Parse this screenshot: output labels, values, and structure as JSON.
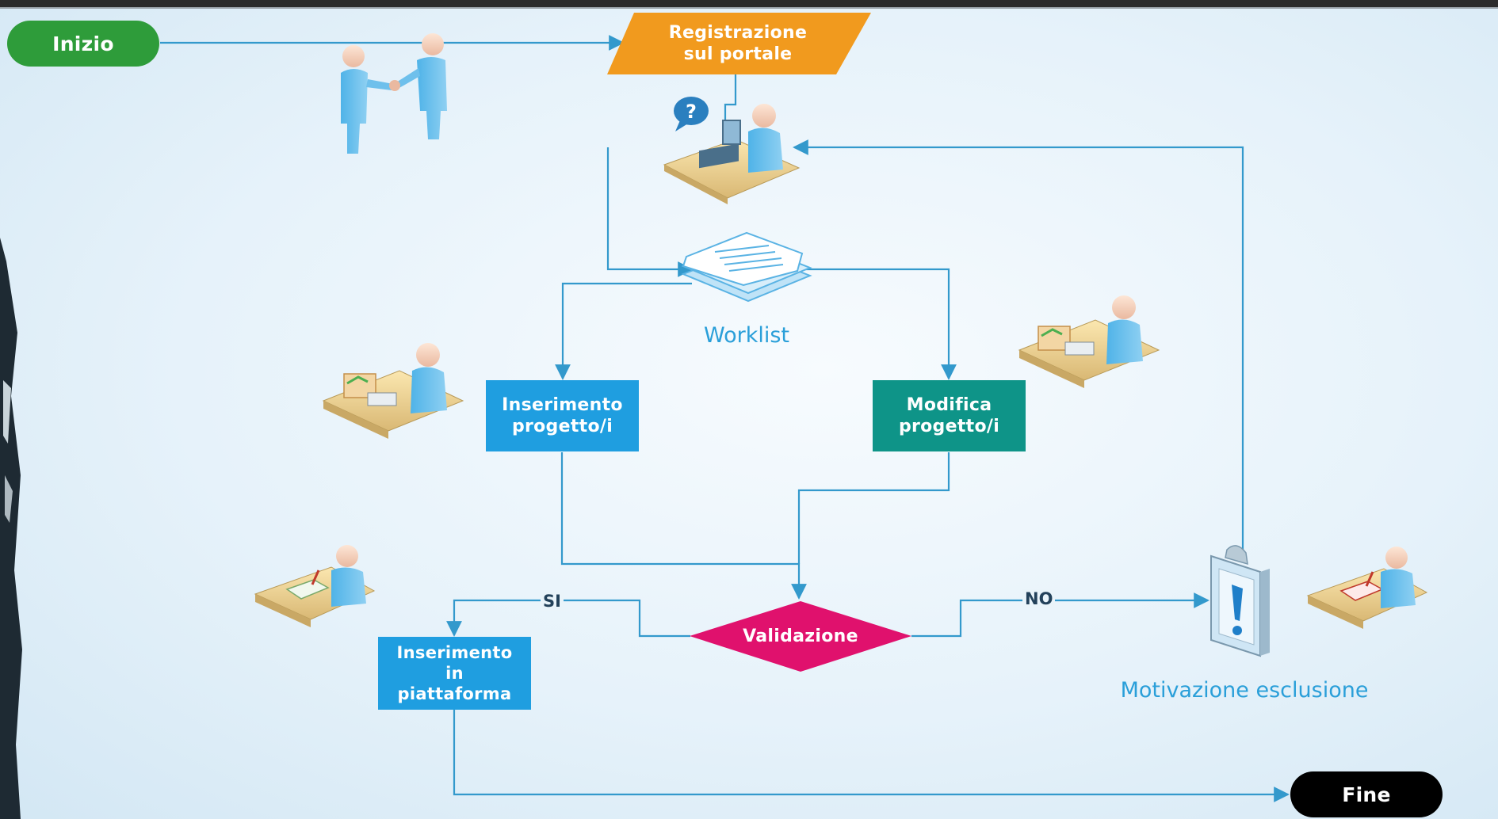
{
  "diagram": {
    "start_label": "Inizio",
    "end_label": "Fine",
    "registration_label": "Registrazione\nsul portale",
    "worklist_label": "Worklist",
    "insert_project_label": "Inserimento\nprogetto/i",
    "modify_project_label": "Modifica\nprogetto/i",
    "validation_label": "Validazione",
    "yes_label": "SI",
    "no_label": "NO",
    "platform_insert_label": "Inserimento\nin\npiattaforma",
    "exclusion_label": "Motivazione esclusione"
  },
  "colors": {
    "start": "#2e9c3a",
    "end": "#000000",
    "registration": "#f19a1e",
    "process_blue": "#1f9ee0",
    "process_teal": "#0e9488",
    "validation": "#e0116d",
    "connector": "#3399cc",
    "label_blue": "#2a9fd9"
  },
  "icons": [
    "handshake-people-icon",
    "help-desk-person-icon",
    "worklist-documents-icon",
    "desk-worker-icon",
    "desk-worker-right-icon",
    "desk-signing-icon",
    "desk-writing-icon",
    "clipboard-alert-icon"
  ]
}
